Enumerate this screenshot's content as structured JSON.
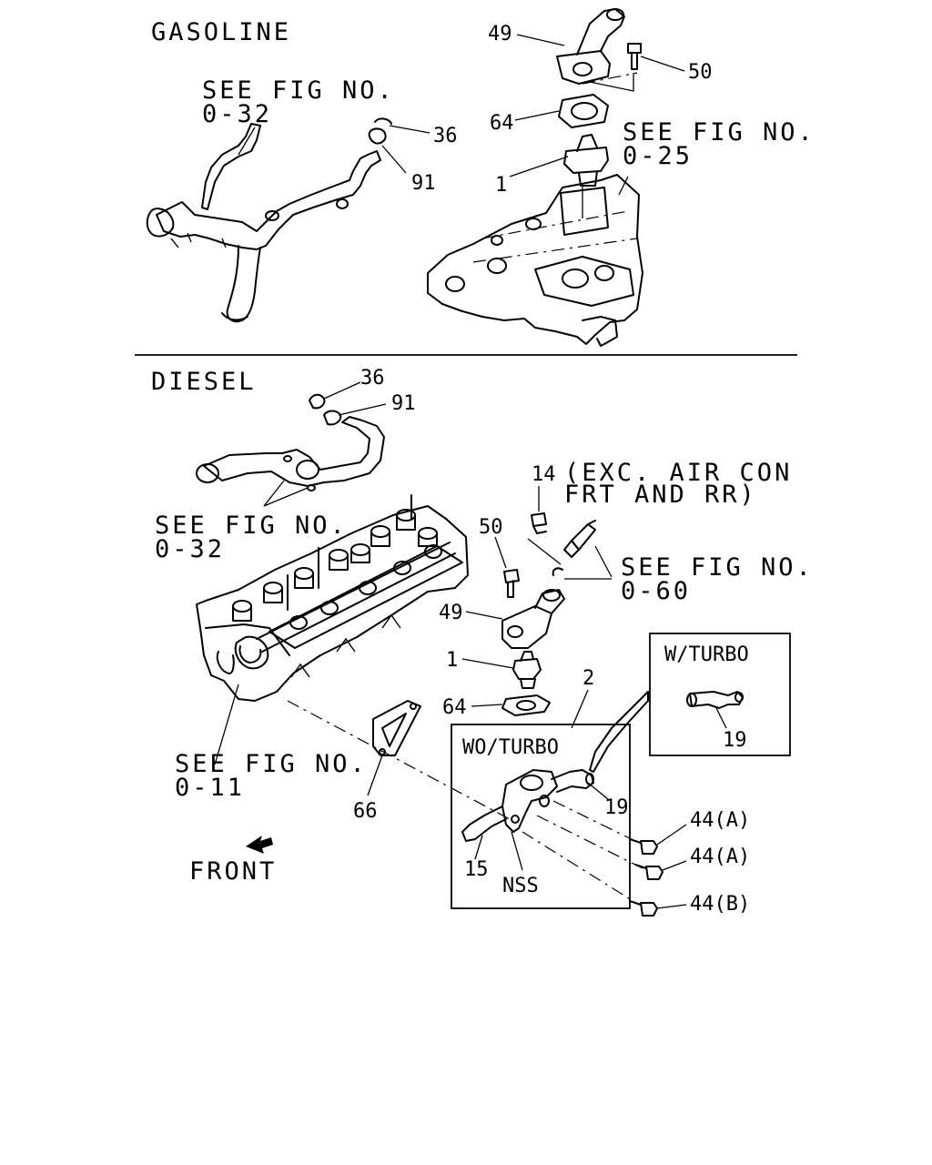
{
  "sections": {
    "gasoline": "GASOLINE",
    "diesel": "DIESEL"
  },
  "references": {
    "gas_see_0_32": [
      "SEE FIG NO.",
      "0-32"
    ],
    "gas_see_0_25": [
      "SEE FIG NO.",
      "0-25"
    ],
    "dsl_see_0_32": [
      "SEE FIG NO.",
      "0-32"
    ],
    "dsl_see_0_60": [
      "SEE FIG NO.",
      "0-60"
    ],
    "dsl_see_0_11": [
      "SEE FIG NO.",
      "0-11"
    ]
  },
  "callouts": {
    "gas": {
      "p49": "49",
      "p50": "50",
      "p64": "64",
      "p1": "1",
      "p36": "36",
      "p91": "91"
    },
    "diesel": {
      "p36": "36",
      "p91": "91",
      "p14": "14",
      "p14_note": [
        "(EXC. AIR CON",
        "FRT AND RR)"
      ],
      "p50": "50",
      "p49": "49",
      "p1": "1",
      "p64": "64",
      "p2": "2",
      "p66": "66",
      "p19_turbo": "19",
      "p19": "19",
      "p15": "15",
      "nss": "NSS",
      "p44a_1": "44(A)",
      "p44a_2": "44(A)",
      "p44b": "44(B)"
    }
  },
  "boxes": {
    "w_turbo": "W/TURBO",
    "wo_turbo": "WO/TURBO"
  },
  "front_label": "FRONT",
  "icons": [
    "front-arrow-icon"
  ]
}
